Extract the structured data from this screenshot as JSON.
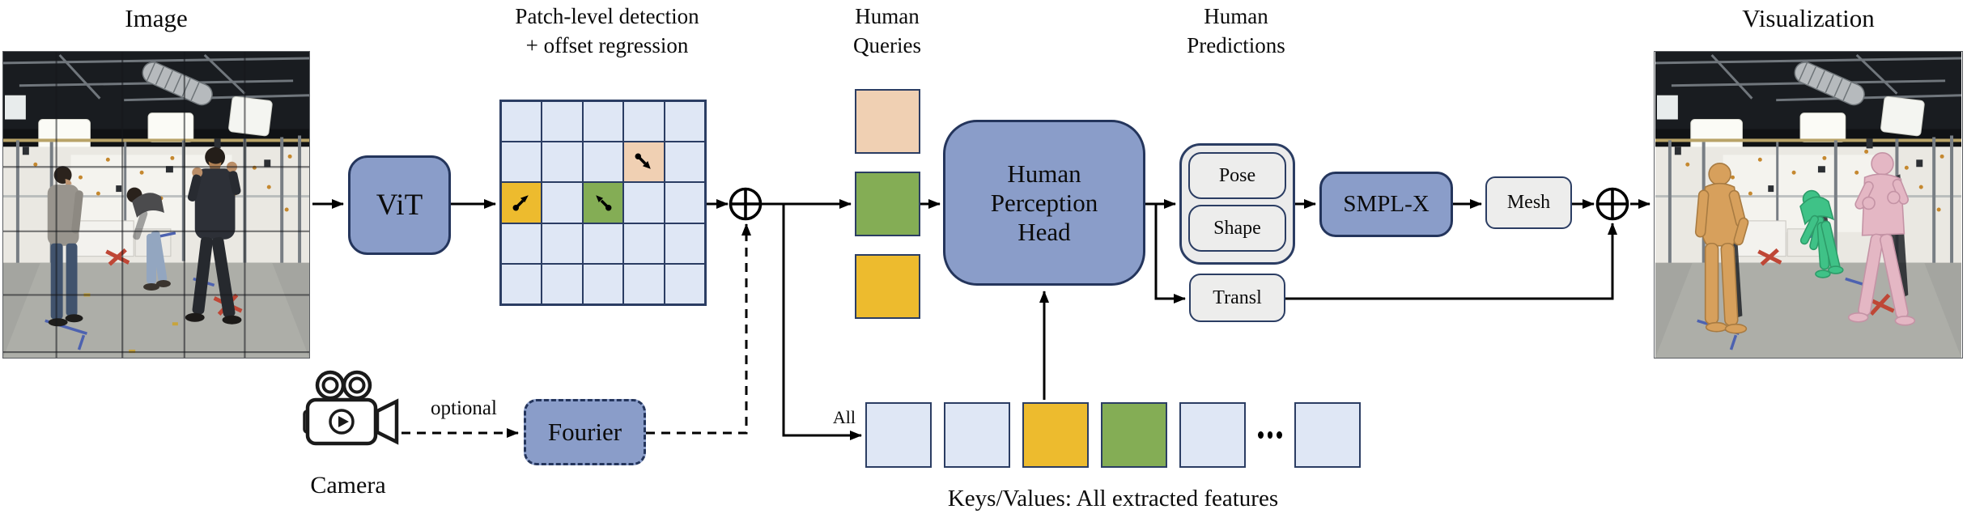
{
  "labels": {
    "image_title": "Image",
    "patch_title_line1": "Patch-level detection",
    "patch_title_line2": "+ offset regression",
    "queries_title_line1": "Human",
    "queries_title_line2": "Queries",
    "predictions_title_line1": "Human",
    "predictions_title_line2": "Predictions",
    "visualization_title": "Visualization",
    "camera_label": "Camera",
    "optional_label": "optional",
    "all_label": "All",
    "kv_caption": "Keys/Values: All extracted features"
  },
  "nodes": {
    "vit": {
      "label": "ViT"
    },
    "human_perception_head": {
      "line1": "Human",
      "line2": "Perception",
      "line3": "Head"
    },
    "fourier": {
      "label": "Fourier"
    },
    "pose": {
      "label": "Pose"
    },
    "shape": {
      "label": "Shape"
    },
    "transl": {
      "label": "Transl"
    },
    "smplx": {
      "label": "SMPL-X"
    },
    "mesh": {
      "label": "Mesh"
    }
  },
  "patch_grid": {
    "rows": 5,
    "cols": 5,
    "colored_cells": [
      {
        "row": 1,
        "col": 3,
        "color": "peach",
        "offset_dir": "se"
      },
      {
        "row": 2,
        "col": 0,
        "color": "yellow",
        "offset_dir": "ne"
      },
      {
        "row": 2,
        "col": 2,
        "color": "green",
        "offset_dir": "nw"
      }
    ]
  },
  "human_queries": {
    "squares": [
      "peach",
      "green",
      "yellow"
    ]
  },
  "keys_values": {
    "items": [
      "blue",
      "blue",
      "yellow",
      "green",
      "blue",
      "dots",
      "blue"
    ]
  },
  "icons": [
    "camera-icon",
    "plus-circle-icon",
    "offset-arrow-icon",
    "ellipsis-dots"
  ],
  "colors": {
    "node_blue": "#8a9dc9",
    "border_navy": "#2b3d63",
    "cell_blue": "#dfe7f5",
    "yellow": "#edbb2e",
    "green": "#84ad55",
    "peach": "#f0d0b3",
    "gray_box": "#ededec",
    "mesh_tan": "#d7a05c",
    "mesh_green": "#3fc287",
    "mesh_pink": "#e4b7c4"
  }
}
